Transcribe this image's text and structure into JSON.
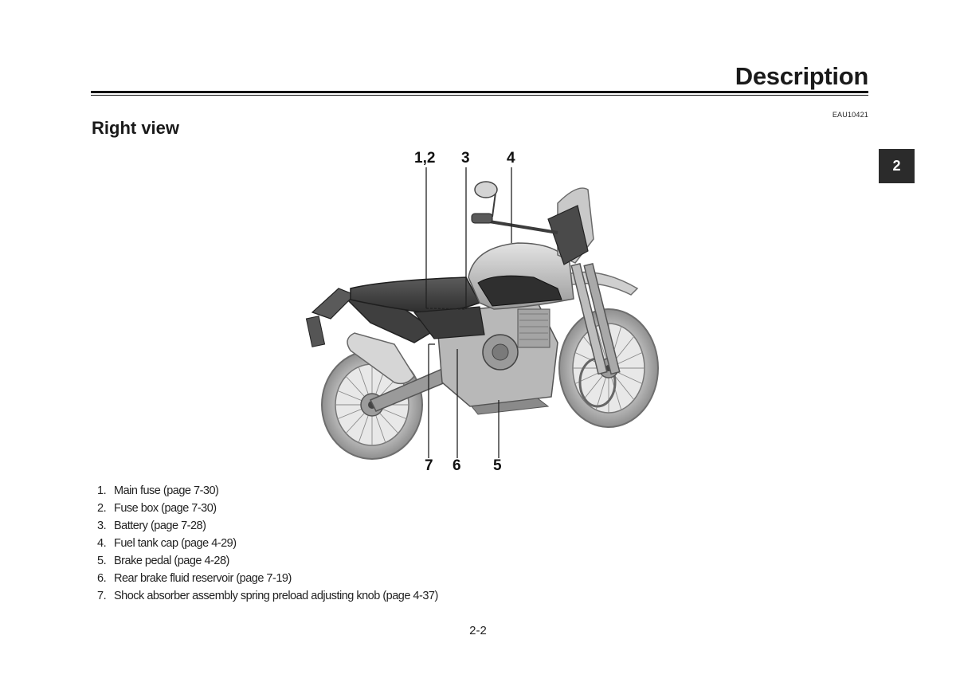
{
  "header": {
    "title": "Description"
  },
  "doc_code": "EAU10421",
  "section_title": "Right view",
  "chapter_tab": "2",
  "figure": {
    "callouts_top": [
      "1,2",
      "3",
      "4"
    ],
    "callouts_bottom": [
      "7",
      "6",
      "5"
    ]
  },
  "legend": [
    {
      "num": "1.",
      "text": "Main fuse (page 7-30)"
    },
    {
      "num": "2.",
      "text": "Fuse box (page 7-30)"
    },
    {
      "num": "3.",
      "text": "Battery (page 7-28)"
    },
    {
      "num": "4.",
      "text": "Fuel tank cap (page 4-29)"
    },
    {
      "num": "5.",
      "text": "Brake pedal (page 4-28)"
    },
    {
      "num": "6.",
      "text": "Rear brake fluid reservoir (page 7-19)"
    },
    {
      "num": "7.",
      "text": "Shock absorber assembly spring preload adjusting knob (page 4-37)"
    }
  ],
  "page_number": "2-2"
}
